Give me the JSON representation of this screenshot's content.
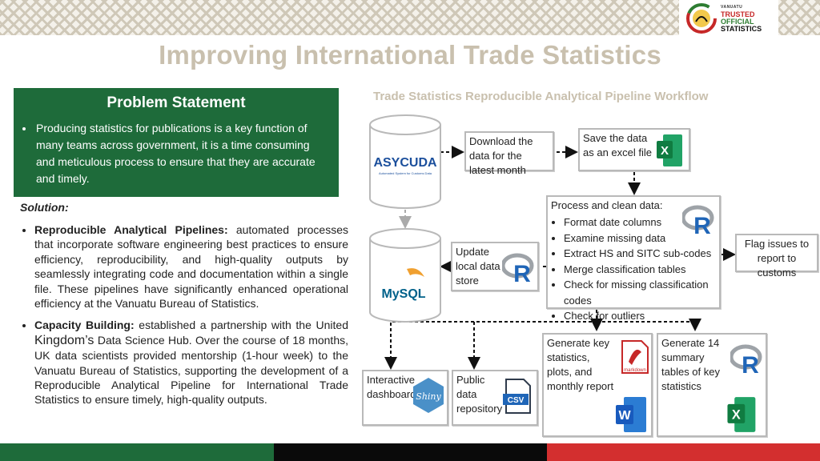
{
  "header": {
    "logo_small": "VANUATU",
    "logo_line1": "TRUSTED",
    "logo_line2": "OFFICIAL",
    "logo_line3": "STATISTICS",
    "title": "Improving International Trade Statistics"
  },
  "problem": {
    "title": "Problem Statement",
    "bullet": "Producing statistics for publications is a key function of many teams across government, it is a time consuming and meticulous process to ensure that they are accurate and timely."
  },
  "solution": {
    "label": "Solution:",
    "items": [
      {
        "heading": "Reproducible Analytical Pipelines:",
        "text": " automated processes that incorporate software engineering best practices to ensure efficiency, reproducibility, and high-quality outputs by seamlessly integrating code and documentation within a single file. These pipelines have significantly enhanced operational efficiency at the Vanuatu Bureau of Statistics."
      },
      {
        "heading": "Capacity Building:",
        "text_a": " established a partnership with the United ",
        "kingdom": "Kingdom’s",
        "text_b": " Data Science Hub. Over the course of 18 months, UK data scientists provided mentorship (1-hour week) to the Vanuatu Bureau of Statistics, supporting the development of a Reproducible Analytical Pipeline for International Trade Statistics to ensure timely, high-quality outputs."
      }
    ]
  },
  "workflow": {
    "title": "Trade Statistics Reproducible Analytical Pipeline Workflow",
    "asycuda_logo": "ASYCUDA",
    "asycuda_sub": "Automated System for Customs Data",
    "mysql_logo": "MySQL",
    "download": "Download the data for the latest month",
    "save": "Save the data as an excel file",
    "process_title": "Process and clean data:",
    "process_items": [
      "Format date columns",
      "Examine missing data",
      "Extract HS and SITC sub-codes",
      "Merge classification tables",
      "Check for missing classification codes",
      "Check for outliers"
    ],
    "flag": "Flag issues to report to customs",
    "update": "Update local data store",
    "generate_key": "Generate key statistics, plots, and monthly report",
    "generate_14": "Generate 14 summary tables of key statistics",
    "dashboard": "Interactive dashboard",
    "shiny": "Shiny",
    "public": "Public data repository",
    "csv": "CSV",
    "markdown": "markdown",
    "r_letter": "R",
    "x_letter": "X",
    "w_letter": "W"
  },
  "colors": {
    "green": "#1e6b3a",
    "red": "#d32f2f",
    "black": "#0a0a0a",
    "title": "#c9c0ae"
  }
}
